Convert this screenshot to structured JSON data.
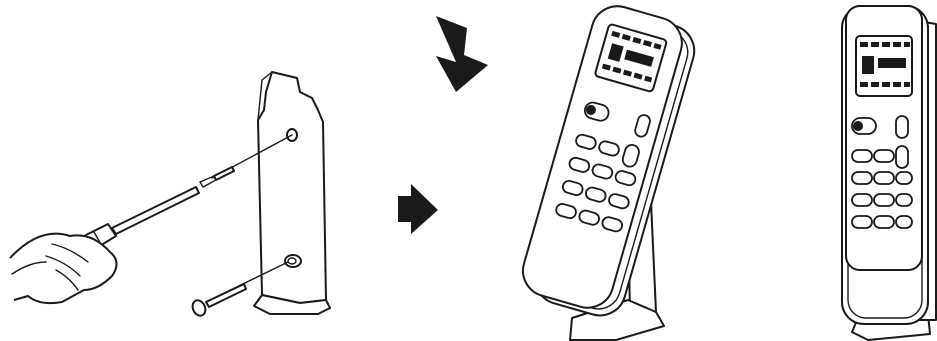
{
  "figure": {
    "steps": [
      {
        "id": "mount-holder",
        "icon": "screwdriver-icon"
      },
      {
        "id": "insert-remote",
        "icon": "arrow-down-icon"
      },
      {
        "id": "remote-in-holder",
        "icon": "remote-control-icon"
      }
    ],
    "arrows": [
      "arrow-down-icon",
      "arrow-right-icon"
    ]
  }
}
